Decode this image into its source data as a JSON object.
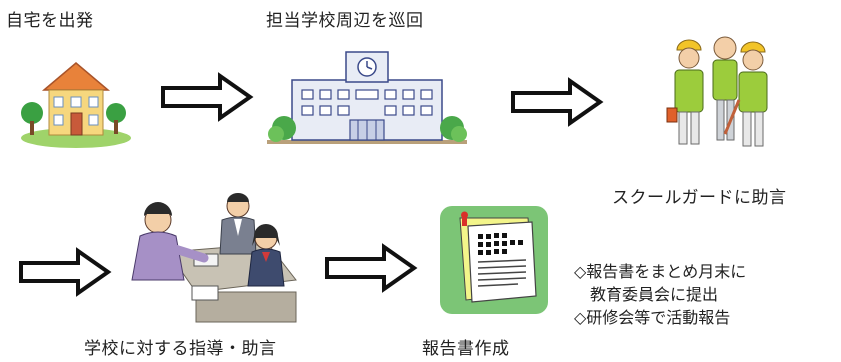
{
  "steps": {
    "s1": "自宅を出発",
    "s2": "担当学校周辺を巡回",
    "s3": "スクールガードに助言",
    "s4": "学校に対する指導・助言",
    "s5": "報告書作成"
  },
  "notes": [
    "◇報告書をまとめ月末に",
    "　教育委員会に提出",
    "◇研修会等で活動報告"
  ],
  "colors": {
    "arrow_stroke": "#111111",
    "house_roof": "#e8823a",
    "house_wall": "#f6d77e",
    "school_wall": "#e8ecf5",
    "guard_vest": "#9ccc3c",
    "report_bg": "#7cc576",
    "report_paper": "#f3f58a"
  },
  "icons": [
    "house-icon",
    "school-icon",
    "school-guards-icon",
    "meeting-icon",
    "report-icon"
  ]
}
